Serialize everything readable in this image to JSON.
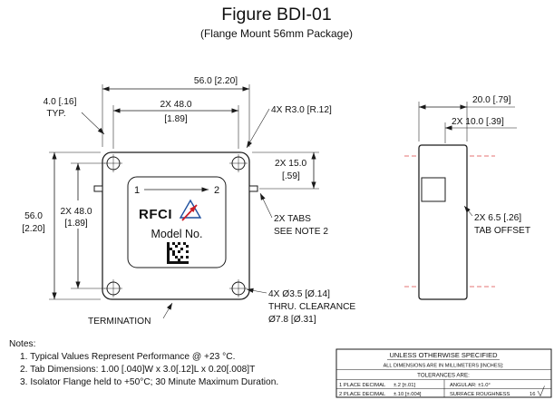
{
  "page": {
    "title": "Figure BDI-01",
    "subtitle": "(Flange Mount 56mm Package)"
  },
  "front_view": {
    "brand": "RFCI",
    "model_label": "Model No.",
    "port_left": "1",
    "port_right": "2",
    "dim_overall_width": "56.0 [2.20]",
    "dim_hole_spacing_h": "2X 48.0",
    "dim_hole_spacing_h_in": "[1.89]",
    "dim_edge_offset": "4.0 [.16]",
    "dim_edge_offset_typ": "TYP.",
    "note_corner_radius": "4X R3.0 [R.12]",
    "dim_tab_position": "2X 15.0",
    "dim_tab_position_in": "[.59]",
    "note_tabs_1": "2X TABS",
    "note_tabs_2": "SEE NOTE 2",
    "dim_overall_height": "56.0",
    "dim_overall_height_in": "[2.20]",
    "dim_hole_spacing_v": "2X 48.0",
    "dim_hole_spacing_v_in": "[1.89]",
    "termination_label": "TERMINATION",
    "note_holes_1": "4X Ø3.5 [Ø.14]",
    "note_holes_2": "THRU. CLEARANCE",
    "note_holes_3": "Ø7.8 [Ø.31]"
  },
  "side_view": {
    "dim_depth": "20.0 [.79]",
    "dim_connector": "2X 10.0 [.39]",
    "note_tab_offset_1": "2X 6.5 [.26]",
    "note_tab_offset_2": "TAB OFFSET"
  },
  "notes": {
    "heading": "Notes:",
    "items": [
      "1. Typical Values Represent Performance @ +23 °C.",
      "2. Tab Dimensions: 1.00 [.040]W x 3.0[.12]L x 0.20[.008]T",
      "3. Isolator Flange held to +50°C; 30 Minute Maximum Duration."
    ]
  },
  "title_block": {
    "header": "UNLESS OTHERWISE SPECIFIED",
    "subheader": "ALL DIMENSIONS ARE IN MILLIMETERS [INCHES]:",
    "tolerances_label": "TOLERANCES ARE:",
    "row1_label": "1 PLACE DECIMAL",
    "row1_value": "±.2   [±.01]",
    "row1_right": "ANGULAR:   ±1.0°",
    "row2_label": "2 PLACE DECIMAL",
    "row2_value": "±.10 [±.004]",
    "row2_right": "SURFACE ROUGHNESS",
    "surface_value": "16"
  },
  "colors": {
    "line": "#1a1a1a",
    "tab_plane": "#e57373",
    "logo_red": "#cc2027",
    "logo_blue": "#1d4f9e"
  }
}
